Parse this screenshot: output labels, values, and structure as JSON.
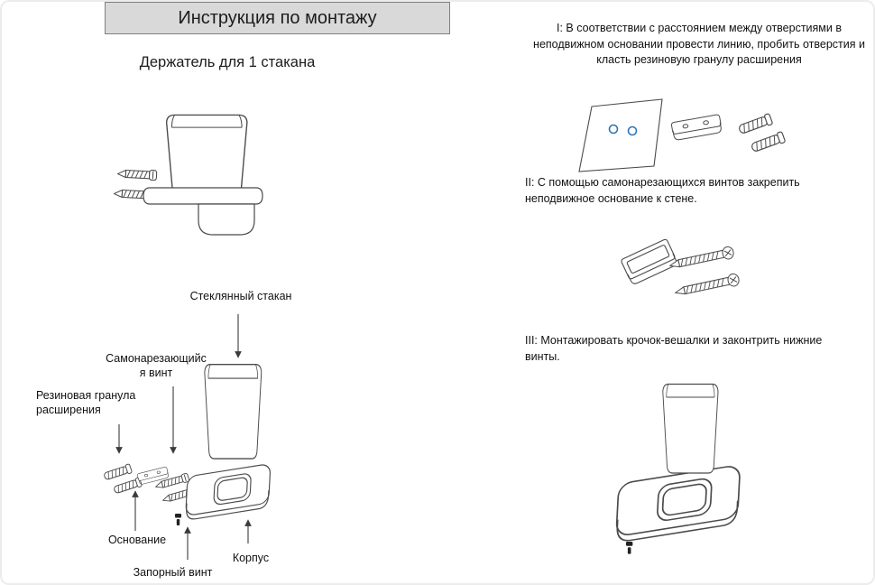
{
  "header": {
    "title": "Инструкция по монтажу",
    "subtitle": "Держатель для 1 стакана"
  },
  "labels": {
    "glass_cup": "Стеклянный стакан",
    "screw_l1": "Самонарезающийс",
    "screw_l2": "я винт",
    "rubber_l1": "Резиновая гранула",
    "rubber_l2": "расширения",
    "base": "Основание",
    "lock_screw": "Запорный винт",
    "body": "Корпус"
  },
  "steps": {
    "one": "I: В соответствии с расстоянием между отверстиями в неподвижном основании провести линию, пробить отверстия и класть резиновую гранулу расширения",
    "two": "II: С помощью самонарезающихся винтов закрепить неподвижное основание к стене.",
    "three": "III: Монтажировать крочок-вешалки и законтрить нижние винты."
  },
  "colors": {
    "line": "#4a4a4a",
    "hole_accent": "#2e75b6",
    "title_bg": "#d9d9d9"
  }
}
